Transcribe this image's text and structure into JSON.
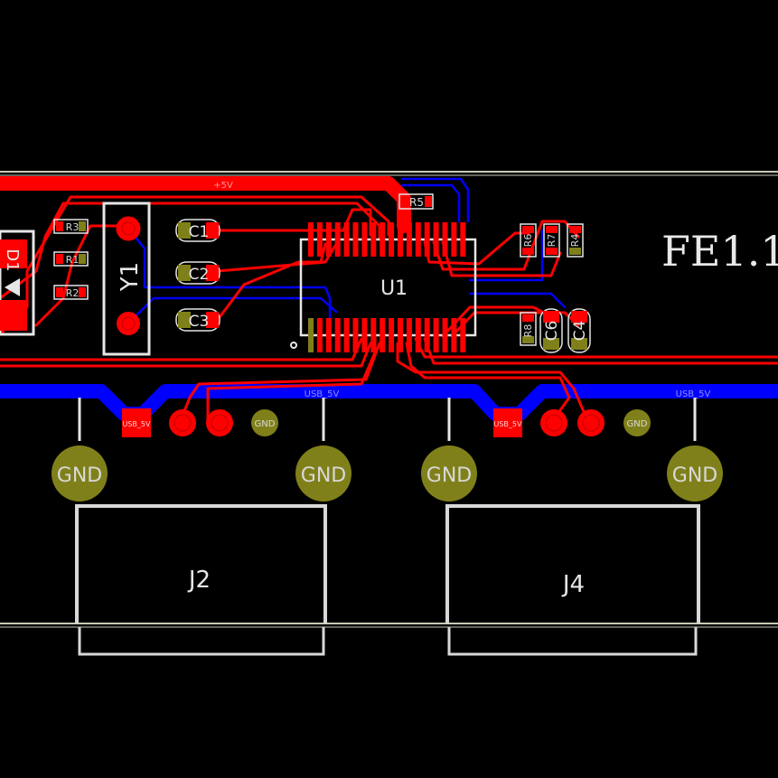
{
  "board": {
    "revision": "FE1.1"
  },
  "nets": {
    "vcc": "+5V",
    "usb_left": "USB_5V",
    "usb_right": "USB_5V"
  },
  "components": {
    "d1": "D1",
    "y1": "Y1",
    "u1": "U1",
    "r1": "R1",
    "r2": "R2",
    "r3": "R3",
    "r4": "R4",
    "r5": "R5",
    "r6": "R6",
    "r7": "R7",
    "r8": "R8",
    "c1": "C1",
    "c2": "C2",
    "c3": "C3",
    "c4": "C4",
    "c6": "C6",
    "j2": "J2",
    "j4": "J4"
  },
  "pads": {
    "gnd": "GND",
    "usb_pad": "USB_5V"
  },
  "colors": {
    "top_copper": "#ff0000",
    "bottom_copper": "#0000ff",
    "silkscreen": "#e6e6e6",
    "gnd_pad": "#80801a",
    "board_edge": "#c8c8b4",
    "background": "#000000"
  }
}
